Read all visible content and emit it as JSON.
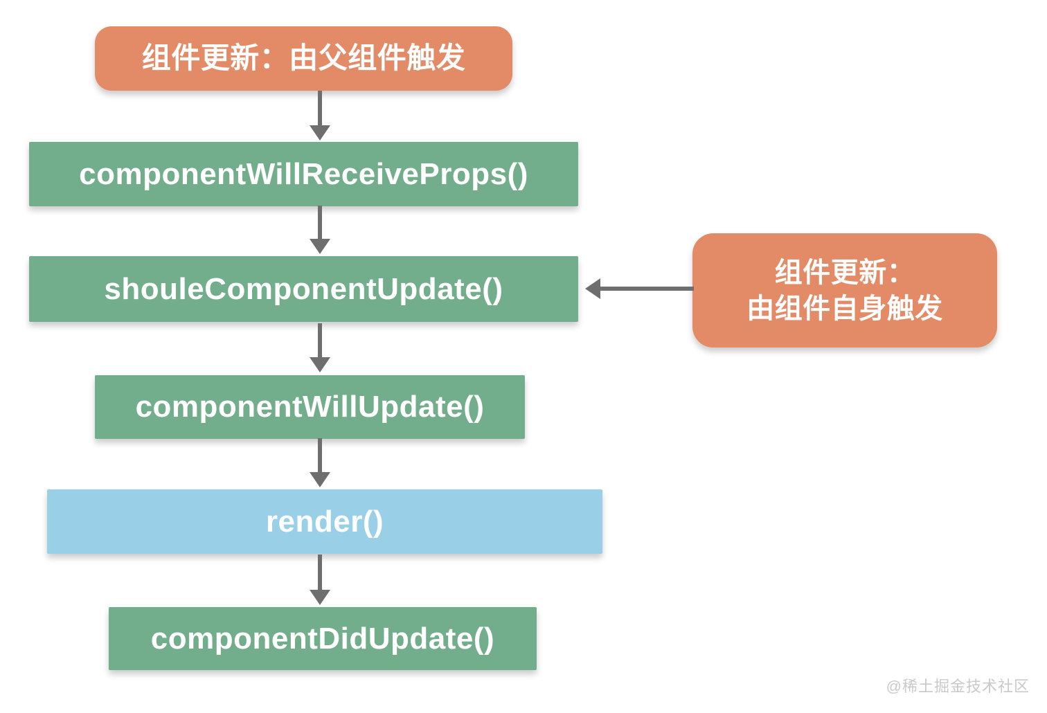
{
  "flowchart": {
    "description": "React component update lifecycle flow",
    "colors": {
      "trigger_node": "#e28b66",
      "lifecycle_node": "#73ae8c",
      "render_node": "#9acfe8",
      "arrow": "#6e6e6e",
      "node_text": "#ffffff",
      "background": "#ffffff"
    },
    "nodes": {
      "parent_trigger": {
        "label": "组件更新：由父组件触发",
        "type": "trigger",
        "color": "#e28b66"
      },
      "will_receive_props": {
        "label": "componentWillReceiveProps()",
        "type": "lifecycle",
        "color": "#73ae8c"
      },
      "should_update": {
        "label": "shouleComponentUpdate()",
        "type": "lifecycle",
        "color": "#73ae8c"
      },
      "will_update": {
        "label": "componentWillUpdate()",
        "type": "lifecycle",
        "color": "#73ae8c"
      },
      "render": {
        "label": "render()",
        "type": "render",
        "color": "#9acfe8"
      },
      "did_update": {
        "label": "componentDidUpdate()",
        "type": "lifecycle",
        "color": "#73ae8c"
      },
      "self_trigger": {
        "label_line1": "组件更新：",
        "label_line2": "由组件自身触发",
        "type": "trigger",
        "color": "#e28b66"
      }
    },
    "edges": [
      {
        "from": "parent_trigger",
        "to": "will_receive_props",
        "direction": "down"
      },
      {
        "from": "will_receive_props",
        "to": "should_update",
        "direction": "down"
      },
      {
        "from": "should_update",
        "to": "will_update",
        "direction": "down"
      },
      {
        "from": "will_update",
        "to": "render",
        "direction": "down"
      },
      {
        "from": "render",
        "to": "did_update",
        "direction": "down"
      },
      {
        "from": "self_trigger",
        "to": "should_update",
        "direction": "left"
      }
    ]
  },
  "watermark": {
    "text": "@稀土掘金技术社区"
  }
}
